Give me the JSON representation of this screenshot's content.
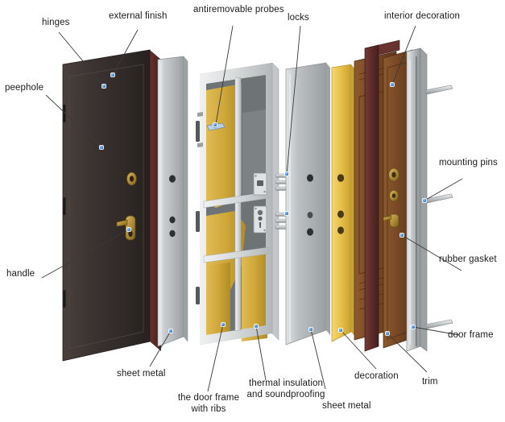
{
  "diagram": {
    "title": "Exploded view of an armored entrance door",
    "type": "exploded-assembly-diagram",
    "background_color": "#ffffff",
    "callout_dot_color": "#2f7bd6",
    "leader_line_color": "#3a3a3a"
  },
  "labels": {
    "hinges": "hinges",
    "external_finish": "external finish",
    "antiremovable_probes": "antiremovable probes",
    "locks": "locks",
    "interior_decoration": "interior decoration",
    "peephole": "peephole",
    "mounting_pins": "mounting pins",
    "rubber_gasket": "rubber gasket",
    "handle": "handle",
    "door_frame": "door frame",
    "sheet_metal_left": "sheet metal",
    "trim": "trim",
    "door_frame_with_ribs": "the door frame\nwith ribs",
    "thermal_insulation": "thermal insulation\nand soundproofing",
    "sheet_metal_right": "sheet metal",
    "decoration": "decoration"
  },
  "layers": [
    {
      "name": "outer-door-leaf",
      "description": "dark brown textured steel leaf with peephole and handle",
      "color": "#3a3230"
    },
    {
      "name": "sheet-metal-outer",
      "description": "light grey steel sheet",
      "color": "#b9bcbe"
    },
    {
      "name": "ribbed-door-frame",
      "description": "steel frame with ribs and mineral wool infill",
      "color": "#d7d9da"
    },
    {
      "name": "thermal-insulation",
      "description": "mineral wool thermal insulation and soundproofing",
      "color": "#d3aa3a"
    },
    {
      "name": "sheet-metal-inner",
      "description": "light grey inner steel sheet with lock cutouts",
      "color": "#b5b8ba"
    },
    {
      "name": "decoration-panel",
      "description": "golden yellow decorative board",
      "color": "#e9c44c"
    },
    {
      "name": "interior-decoration-panel",
      "description": "wood grain MDF interior panel",
      "color": "#7a4a26"
    },
    {
      "name": "trim-strip",
      "description": "dark burgundy trim strip",
      "color": "#5c2a28"
    },
    {
      "name": "door-frame-jamb",
      "description": "steel door frame with mounting pins and rubber gasket",
      "color": "#a8acae"
    }
  ],
  "hardware": {
    "mounting_pins_count": 3,
    "locks_count": 2,
    "hinges_count": 3,
    "deadbolt_rows": 2
  },
  "colors": {
    "leaf_dark": "#3b3330",
    "leaf_edge": "#4d2321",
    "steel_light": "#c6c9cb",
    "steel_mid": "#a9adb0",
    "steel_dark": "#8d9294",
    "insulation": "#d4ad3e",
    "insulation_dark": "#a6801f",
    "decor_yellow": "#e8c24b",
    "wood": "#7b4b27",
    "wood_dark": "#5e3419",
    "trim_burgundy": "#5d2b29",
    "brass": "#b08d3a",
    "text": "#1b1b1b"
  }
}
